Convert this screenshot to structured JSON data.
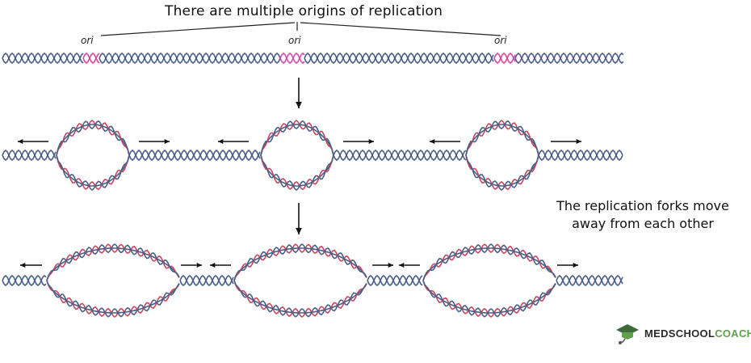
{
  "title": "There are multiple origins of replication",
  "ori_labels": [
    "ori",
    "ori",
    "ori"
  ],
  "note_lines": [
    "The replication forks move",
    "away from each other"
  ],
  "brand": {
    "part_a": "MEDSCHOOL",
    "part_b": "COACH",
    "logo_icon": "graduation-cap-stethoscope-icon"
  },
  "colors": {
    "strand_blue": "#4a5f86",
    "strand_red": "#c8475e",
    "ori_pink": "#d64aa6",
    "brand_green": "#5fa04a"
  }
}
